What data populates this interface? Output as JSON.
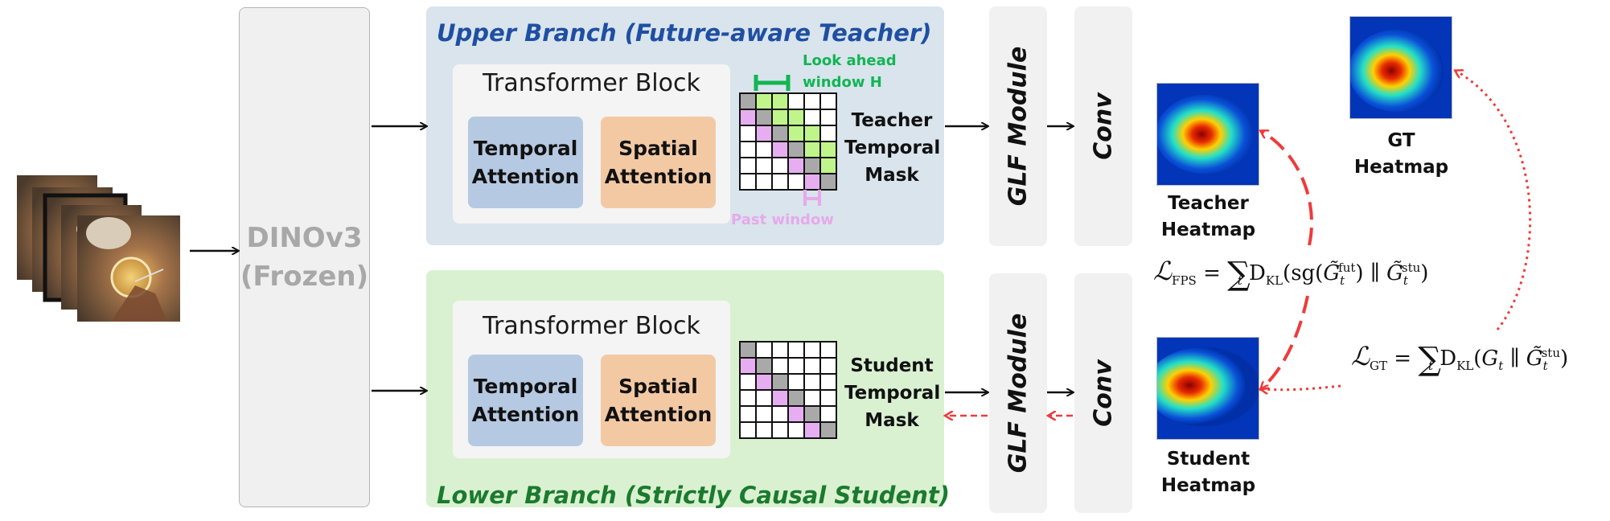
{
  "encoder": {
    "line1": "DINOv3",
    "line2": "(Frozen)"
  },
  "upper_branch": {
    "title": "Upper Branch (Future-aware Teacher)",
    "block_title": "Transformer Block",
    "temporal_line1": "Temporal",
    "temporal_line2": "Attention",
    "spatial_line1": "Spatial",
    "spatial_line2": "Attention",
    "mask_line1": "Teacher",
    "mask_line2": "Temporal",
    "mask_line3": "Mask",
    "lookahead_line1": "Look ahead",
    "lookahead_line2": "window H",
    "past_label": "Past window",
    "mask_pattern": [
      "GLL...",
      "PGLL..",
      ".PGLL.",
      "..PGLL",
      "...PGL",
      "....PG"
    ]
  },
  "lower_branch": {
    "title": "Lower Branch (Strictly Causal Student)",
    "block_title": "Transformer Block",
    "temporal_line1": "Temporal",
    "temporal_line2": "Attention",
    "spatial_line1": "Spatial",
    "spatial_line2": "Attention",
    "mask_line1": "Student",
    "mask_line2": "Temporal",
    "mask_line3": "Mask",
    "mask_pattern": [
      "G.....",
      "PG....",
      ".PG...",
      "..PG..",
      "...PG.",
      "....PG"
    ]
  },
  "modules": {
    "glf": "GLF Module",
    "conv": "Conv"
  },
  "heatmaps": {
    "teacher_line1": "Teacher",
    "teacher_line2": "Heatmap",
    "student_line1": "Student",
    "student_line2": "Heatmap",
    "gt_line1": "GT",
    "gt_line2": "Heatmap"
  },
  "losses": {
    "fps_name": "FPS",
    "gt_name": "GT"
  },
  "colors": {
    "mask_gray": "#a9a9a9",
    "mask_green": "#bff58a",
    "mask_pink": "#e6aef0",
    "arrow_red": "#ee3b3b",
    "lookahead_green": "#12b553",
    "upper_title": "#1f4fa3",
    "lower_title": "#1b7a2e"
  }
}
